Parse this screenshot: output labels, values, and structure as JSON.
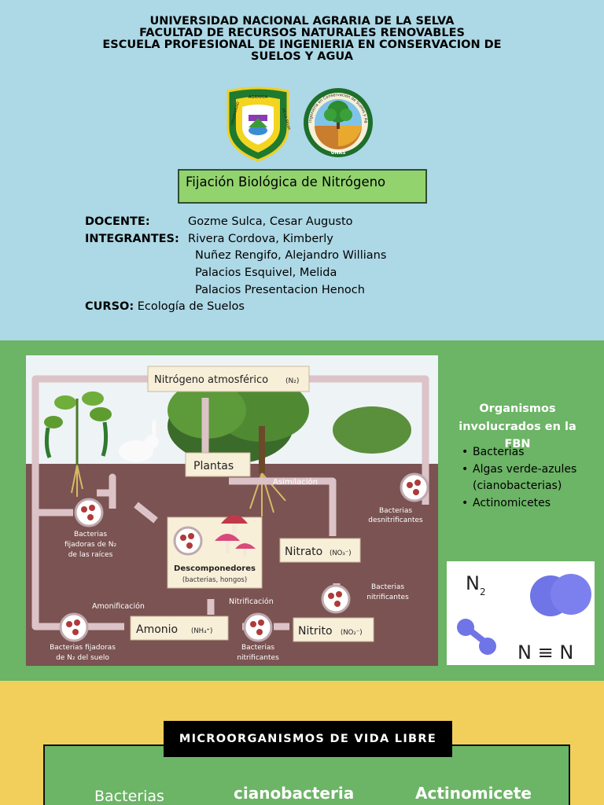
{
  "slide1": {
    "university_lines": [
      "UNIVERSIDAD NACIONAL AGRARIA DE LA SELVA",
      "FACULTAD DE RECURSOS NATURALES RENOVABLES",
      "ESCUELA PROFESIONAL DE INGENIERIA EN CONSERVACION DE",
      "SUELOS Y AGUA"
    ],
    "logo1_text_left": "UNIVERSIDAD",
    "logo1_text_top": "AGRARIA",
    "logo1_text_right": "DE LA SELVA",
    "logo2_text_ring": "Ingeniería en Conservación de Suelos y Agua",
    "logo2_text_bottom": "UNAS",
    "title": "Fijación Biológica de Nitrógeno",
    "docente_label": "DOCENTE:",
    "docente_value": "Gozme Sulca, Cesar Augusto",
    "integrantes_label": "INTEGRANTES:",
    "integrantes": [
      "Rivera Cordova, Kimberly",
      "Nuñez Rengifo, Alejandro Willians",
      "Palacios Esquivel, Melida",
      "Palacios Presentacion Henoch"
    ],
    "curso_label": "CURSO:",
    "curso_value": "Ecología de Suelos"
  },
  "slide2": {
    "diagram": {
      "n2_box": "Nitrógeno atmosférico",
      "n2_formula": "(N₂)",
      "plantas": "Plantas",
      "asimilacion": "Asimilación",
      "bact_desnit": [
        "Bacterias",
        "desnitrificantes"
      ],
      "bact_fij_raices": [
        "Bacterias",
        "fijadoras de N₂",
        "de las raíces"
      ],
      "descomponedores": "Descomponedores",
      "descomponedores_sub": "(bacterias, hongos)",
      "nitrato": "Nitrato",
      "nitrato_formula": "(NO₃⁻)",
      "bact_nitrif_1": [
        "Bacterias",
        "nitrificantes"
      ],
      "amonificacion": "Amonificación",
      "nitrificacion": "Nitrificación",
      "amonio": "Amonio",
      "amonio_formula": "(NH₄⁺)",
      "nitrito": "Nitrito",
      "nitrito_formula": "(NO₂⁻)",
      "bact_fij_suelo": [
        "Bacterias fijadoras",
        "de N₂ del suelo"
      ],
      "bact_nitrif_2": [
        "Bacterias",
        "nitrificantes"
      ]
    },
    "organisms_title": "Organismos involucrados en la FBN",
    "organisms": [
      "Bacterias",
      " Algas verde-azules (cianobacterias)",
      "Actinomicetes"
    ],
    "molecule": {
      "label": "N",
      "label_sub": "2",
      "triple_bond": "N ≡ N"
    },
    "colors": {
      "molecule": "#6f74e6"
    }
  },
  "slide3": {
    "title": "MICROORGANISMOS DE VIDA LIBRE",
    "columns": [
      "Bacterias",
      "cianobacteria",
      "Actinomicete"
    ]
  }
}
